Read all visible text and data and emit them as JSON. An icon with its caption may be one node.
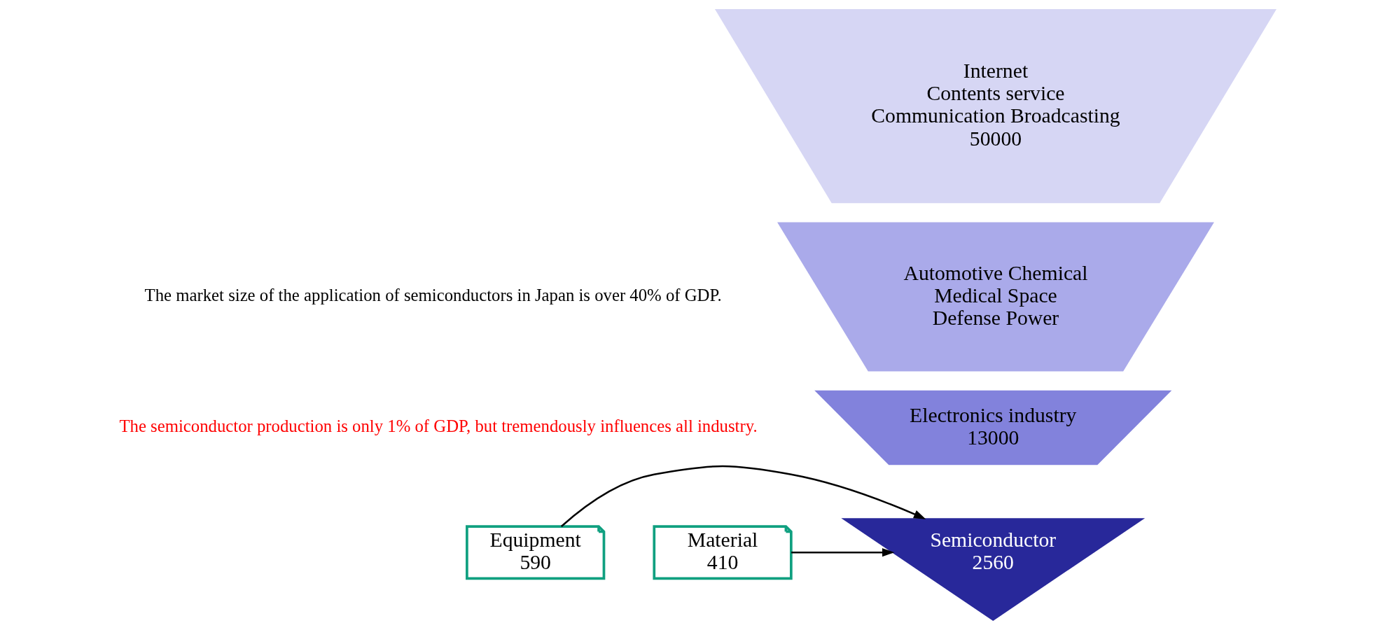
{
  "diagram": {
    "nodes": [
      {
        "text": [
          "Internet",
          "Contents service",
          "Communication Broadcasting",
          "50000"
        ]
      },
      {
        "text": [
          "Automotive Chemical",
          "Medical Space",
          "Defense Power"
        ]
      },
      {
        "text": [
          "Electronics industry",
          "13000"
        ]
      },
      {
        "text": [
          "Semiconductor",
          "2560"
        ]
      },
      {
        "text": [
          "Equipment",
          "590"
        ]
      },
      {
        "text": [
          "Material",
          "410"
        ]
      }
    ],
    "edges": [
      {
        "from": 4,
        "to": 3,
        "arrow": "to"
      },
      {
        "from": 5,
        "to": 3,
        "arrow": "to"
      }
    ],
    "labels": [
      "The market size of the application of semiconductors in Japan is over 40% of GDP.",
      "The semiconductor production is only 1% of GDP, but tremendously influences all industry."
    ]
  }
}
